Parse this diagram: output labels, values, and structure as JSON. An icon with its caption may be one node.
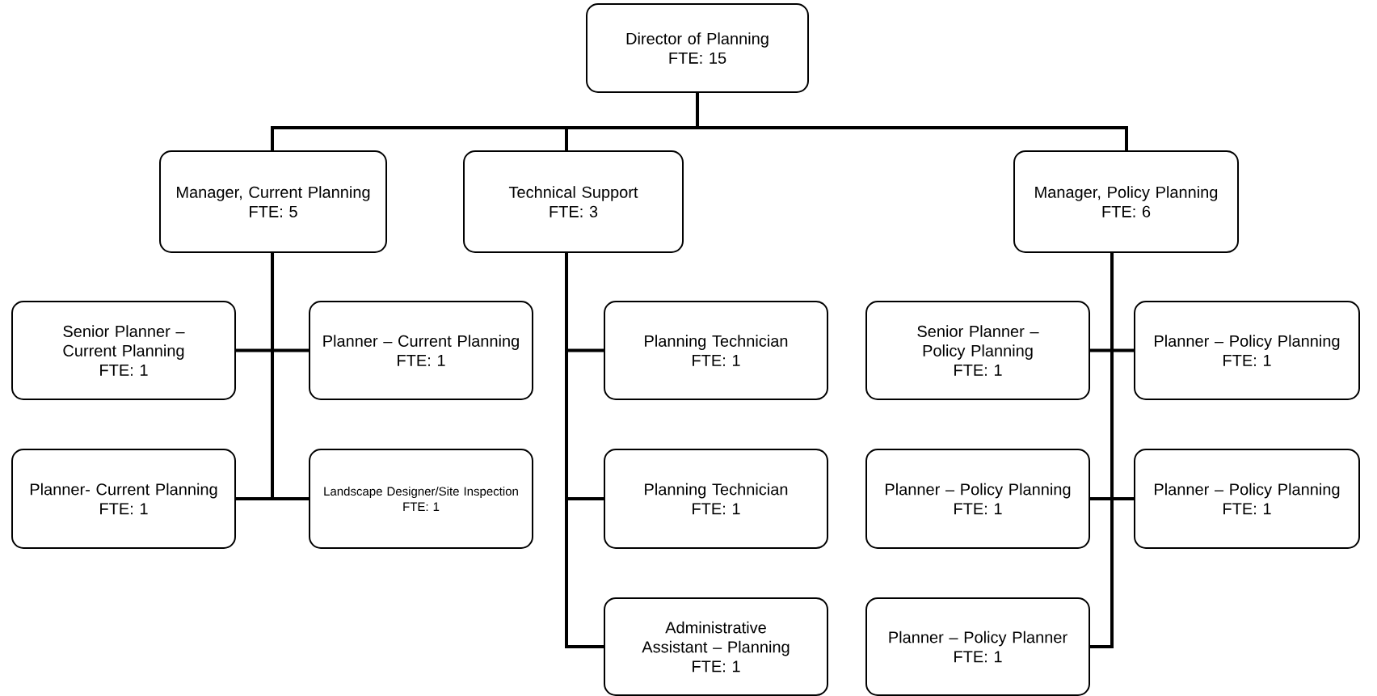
{
  "diagram": {
    "nodes": [
      {
        "text": [
          "Director of Planning",
          "FTE: 15"
        ]
      },
      {
        "text": [
          "Manager, Current Planning",
          "FTE: 5"
        ]
      },
      {
        "text": [
          "Technical Support",
          "FTE: 3"
        ]
      },
      {
        "text": [
          "Manager, Policy Planning",
          "FTE: 6"
        ]
      },
      {
        "text": [
          "Senior Planner – Current Planning",
          "FTE: 1"
        ]
      },
      {
        "text": [
          "Planner – Current Planning",
          "FTE: 1"
        ]
      },
      {
        "text": [
          "Planner- Current Planning",
          "FTE: 1"
        ]
      },
      {
        "text": [
          "Landscape Designer/Site Inspection",
          "FTE: 1"
        ]
      },
      {
        "text": [
          "Planning Technician",
          "FTE: 1"
        ]
      },
      {
        "text": [
          "Planning Technician",
          "FTE: 1"
        ]
      },
      {
        "text": [
          "Administrative Assistant – Planning",
          "FTE: 1"
        ]
      },
      {
        "text": [
          "Senior Planner – Policy Planning",
          "FTE: 1"
        ]
      },
      {
        "text": [
          "Planner – Policy Planning",
          "FTE: 1"
        ]
      },
      {
        "text": [
          "Planner – Policy Planning",
          "FTE: 1"
        ]
      },
      {
        "text": [
          "Planner – Policy Planning",
          "FTE: 1"
        ]
      },
      {
        "text": [
          "Planner – Policy Planner",
          "FTE: 1"
        ]
      }
    ],
    "edges": [
      {
        "from": 0,
        "to": 1,
        "arrow": "none"
      },
      {
        "from": 0,
        "to": 2,
        "arrow": "none"
      },
      {
        "from": 0,
        "to": 3,
        "arrow": "none"
      },
      {
        "from": 1,
        "to": 4,
        "arrow": "none"
      },
      {
        "from": 1,
        "to": 5,
        "arrow": "none"
      },
      {
        "from": 1,
        "to": 6,
        "arrow": "none"
      },
      {
        "from": 1,
        "to": 7,
        "arrow": "none"
      },
      {
        "from": 2,
        "to": 8,
        "arrow": "none"
      },
      {
        "from": 2,
        "to": 9,
        "arrow": "none"
      },
      {
        "from": 2,
        "to": 10,
        "arrow": "none"
      },
      {
        "from": 3,
        "to": 11,
        "arrow": "none"
      },
      {
        "from": 3,
        "to": 12,
        "arrow": "none"
      },
      {
        "from": 3,
        "to": 13,
        "arrow": "none"
      },
      {
        "from": 3,
        "to": 14,
        "arrow": "none"
      },
      {
        "from": 3,
        "to": 15,
        "arrow": "none"
      }
    ]
  }
}
